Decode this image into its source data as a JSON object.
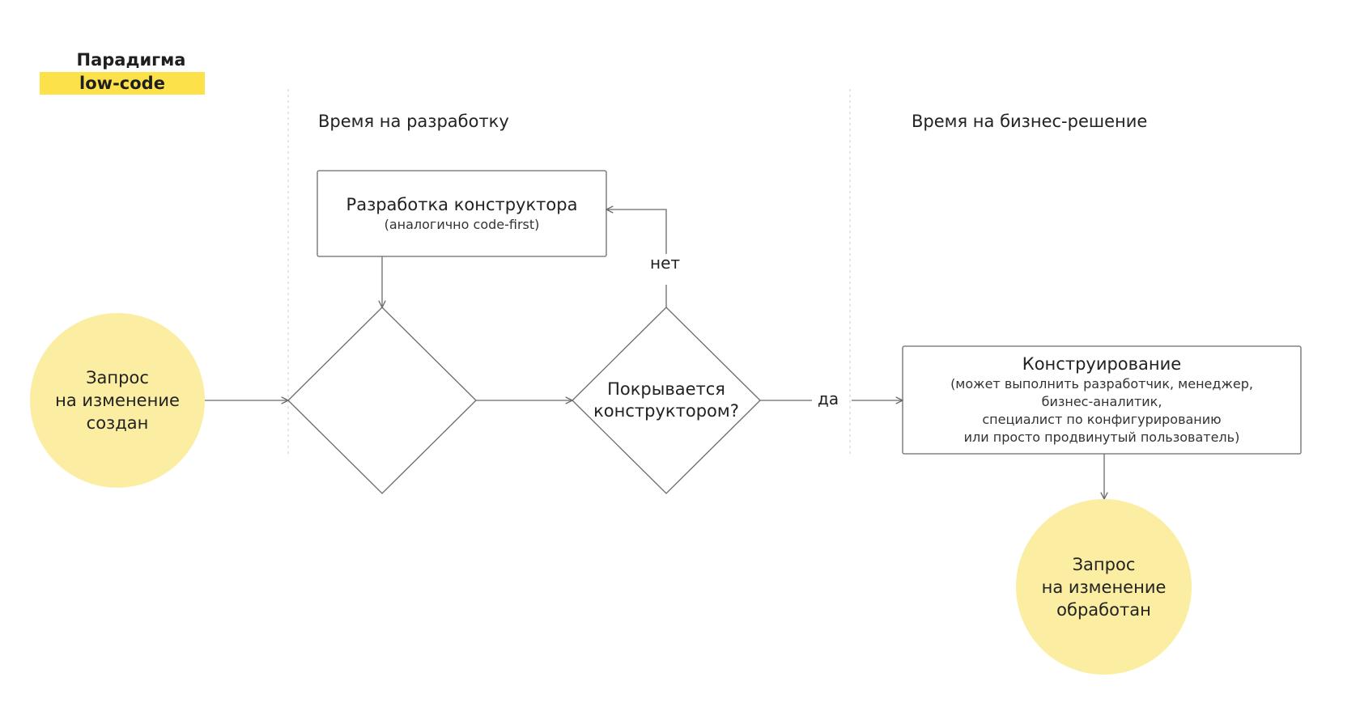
{
  "badge": {
    "title": "Парадигма",
    "tag": "low-code",
    "tag_color": "#fce14b"
  },
  "sections": {
    "development_time": "Время на разработку",
    "business_time": "Время на бизнес-решение"
  },
  "nodes": {
    "start": {
      "line1": "Запрос",
      "line2": "на изменение",
      "line3": "создан"
    },
    "builder_dev": {
      "title": "Разработка конструктора",
      "subtitle": "(аналогично code-first)"
    },
    "decision": {
      "line1": "Покрывается",
      "line2": "конструктором?"
    },
    "construction": {
      "title": "Конструирование",
      "line1": "(может выполнить разработчик, менеджер,",
      "line2": "бизнес-аналитик,",
      "line3": "специалист по конфигурированию",
      "line4": "или просто продвинутый пользователь)"
    },
    "end": {
      "line1": "Запрос",
      "line2": "на изменение",
      "line3": "обработан"
    }
  },
  "edge_labels": {
    "no": "нет",
    "yes": "да"
  },
  "colors": {
    "circle_fill": "#fbeea2",
    "stroke": "#6b6b6b",
    "divider": "#d6d6d6"
  }
}
